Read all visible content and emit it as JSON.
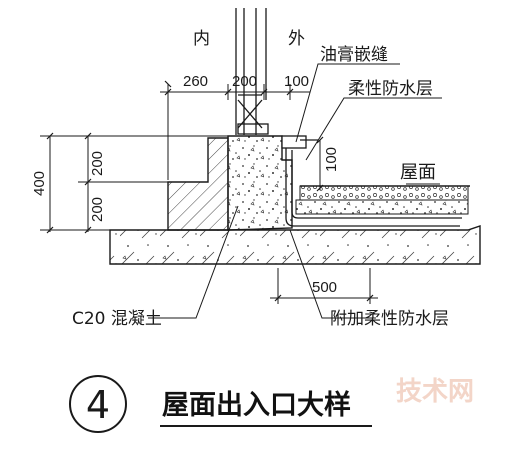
{
  "labels": {
    "inner": "内",
    "outer": "外",
    "asphalt_joint": "油膏嵌缝",
    "flexible_waterproof": "柔性防水层",
    "roof_surface": "屋面",
    "concrete": "C20 混凝土",
    "additional_waterproof": "附加柔性防水层"
  },
  "dimensions": {
    "d260": "260",
    "d200_top": "200",
    "d100_top": "100",
    "d100_side": "100",
    "d200_a": "200",
    "d200_b": "200",
    "d400": "400",
    "d500": "500"
  },
  "title": {
    "number": "4",
    "text": "屋面出入口大样"
  },
  "watermark": "技术网",
  "colors": {
    "line": "#1a1a1a",
    "background": "#ffffff",
    "watermark": "#f3d5c8"
  }
}
